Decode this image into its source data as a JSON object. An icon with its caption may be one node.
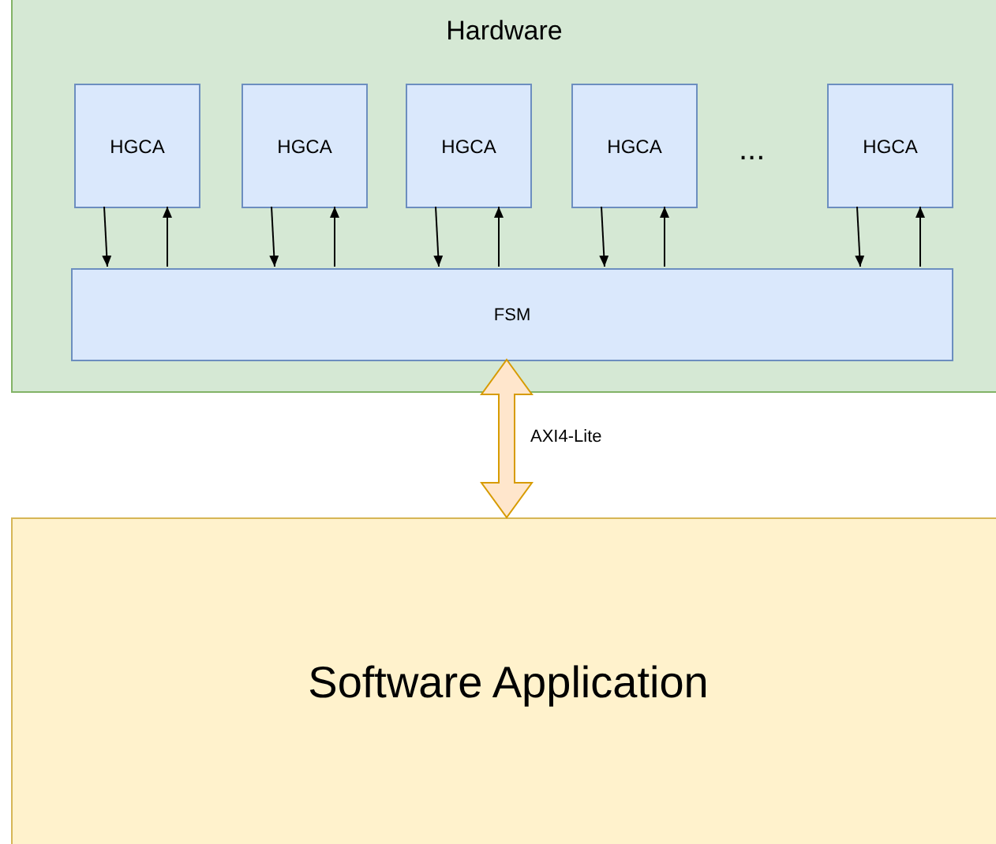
{
  "diagram": {
    "nodes": [
      {
        "text": [
          "Hardware"
        ]
      },
      {
        "text": [
          "HGCA"
        ],
        "in": 0
      },
      {
        "text": [
          "HGCA"
        ],
        "in": 0
      },
      {
        "text": [
          "HGCA"
        ],
        "in": 0
      },
      {
        "text": [
          "HGCA"
        ],
        "in": 0
      },
      {
        "text": [
          "HGCA"
        ],
        "in": 0
      },
      {
        "text": [
          "FSM"
        ],
        "in": 0
      },
      {
        "text": [
          "Software Application"
        ]
      }
    ],
    "edges": [
      {
        "from": 1,
        "to": 6,
        "arrow": "to"
      },
      {
        "from": 6,
        "to": 1,
        "arrow": "to"
      },
      {
        "from": 2,
        "to": 6,
        "arrow": "to"
      },
      {
        "from": 6,
        "to": 2,
        "arrow": "to"
      },
      {
        "from": 3,
        "to": 6,
        "arrow": "to"
      },
      {
        "from": 6,
        "to": 3,
        "arrow": "to"
      },
      {
        "from": 4,
        "to": 6,
        "arrow": "to"
      },
      {
        "from": 6,
        "to": 4,
        "arrow": "to"
      },
      {
        "from": 5,
        "to": 6,
        "arrow": "to"
      },
      {
        "from": 6,
        "to": 5,
        "arrow": "to"
      },
      {
        "from": 6,
        "to": 7,
        "arrow": "both",
        "label": "AXI4-Lite",
        "style": "thick",
        "color": "#d79b00"
      }
    ],
    "labels": [
      "..."
    ]
  }
}
